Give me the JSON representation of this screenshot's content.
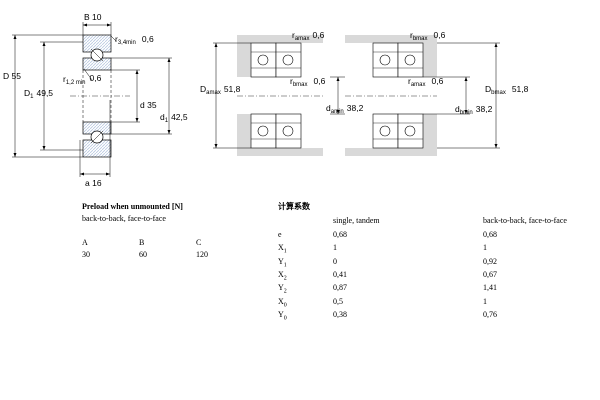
{
  "drawing": {
    "left": {
      "B": "B",
      "B_val": "10",
      "r34": "r",
      "r34_sub": "3,4min",
      "r34_val": "0,6",
      "r12": "r",
      "r12_sub": "1,2 min",
      "r12_val": "0,6",
      "D": "D",
      "D_val": "55",
      "D1": "D",
      "D1_sub": "1",
      "D1_val": "49,5",
      "d": "d",
      "d_val": "35",
      "d1": "d",
      "d1_sub": "1",
      "d1_val": "42,5",
      "a": "a",
      "a_val": "16"
    },
    "right": {
      "ra_top": "r",
      "ra_top_sub": "amax",
      "ra_top_val": "0,6",
      "rb_top": "r",
      "rb_top_sub": "bmax",
      "rb_top_val": "0,6",
      "Da": "D",
      "Da_sub": "amax",
      "Da_val": "51,8",
      "rb_mid": "r",
      "rb_mid_sub": "bmax",
      "rb_mid_val": "0,6",
      "da": "d",
      "da_sub": "amin",
      "da_val": "38,2",
      "ra_mid": "r",
      "ra_mid_sub": "amax",
      "ra_mid_val": "0,6",
      "Db": "D",
      "Db_sub": "bmax",
      "Db_val": "51,8",
      "db": "d",
      "db_sub": "bmin",
      "db_val": "38,2"
    }
  },
  "preload": {
    "title": "Preload when unmounted [N]",
    "subtitle": "back-to-back, face-to-face",
    "headers": [
      "A",
      "B",
      "C"
    ],
    "values": [
      "30",
      "60",
      "120"
    ]
  },
  "factors": {
    "title": "计算系数",
    "col1": "single, tandem",
    "col2": "back-to-back, face-to-face",
    "rows": [
      {
        "sym": "e",
        "sub": "",
        "v1": "0,68",
        "v2": "0,68"
      },
      {
        "sym": "X",
        "sub": "1",
        "v1": "1",
        "v2": "1"
      },
      {
        "sym": "Y",
        "sub": "1",
        "v1": "0",
        "v2": "0,92"
      },
      {
        "sym": "X",
        "sub": "2",
        "v1": "0,41",
        "v2": "0,67"
      },
      {
        "sym": "Y",
        "sub": "2",
        "v1": "0,87",
        "v2": "1,41"
      },
      {
        "sym": "X",
        "sub": "0",
        "v1": "0,5",
        "v2": "1"
      },
      {
        "sym": "Y",
        "sub": "0",
        "v1": "0,38",
        "v2": "0,76"
      }
    ]
  }
}
